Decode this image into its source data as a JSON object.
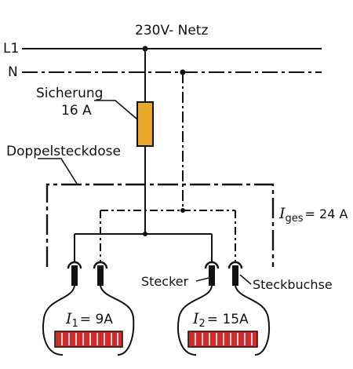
{
  "title": "230V- Netz",
  "line_l1": "L1",
  "line_n": "N",
  "fuse": {
    "label": "Sicherung",
    "rating": "16 A",
    "color": "#e9a825"
  },
  "socket_label": "Doppelsteckdose",
  "total_current": {
    "symbol": "I",
    "sub": "ges",
    "value": "= 24 A"
  },
  "plug_label": "Stecker",
  "jack_label": "Steckbuchse",
  "loads": [
    {
      "symbol": "I",
      "sub": "1",
      "value": "= 9A"
    },
    {
      "symbol": "I",
      "sub": "2",
      "value": "= 15A"
    }
  ],
  "colors": {
    "line": "#111111",
    "heater": "#d42a2a",
    "fuse": "#e9a825"
  }
}
